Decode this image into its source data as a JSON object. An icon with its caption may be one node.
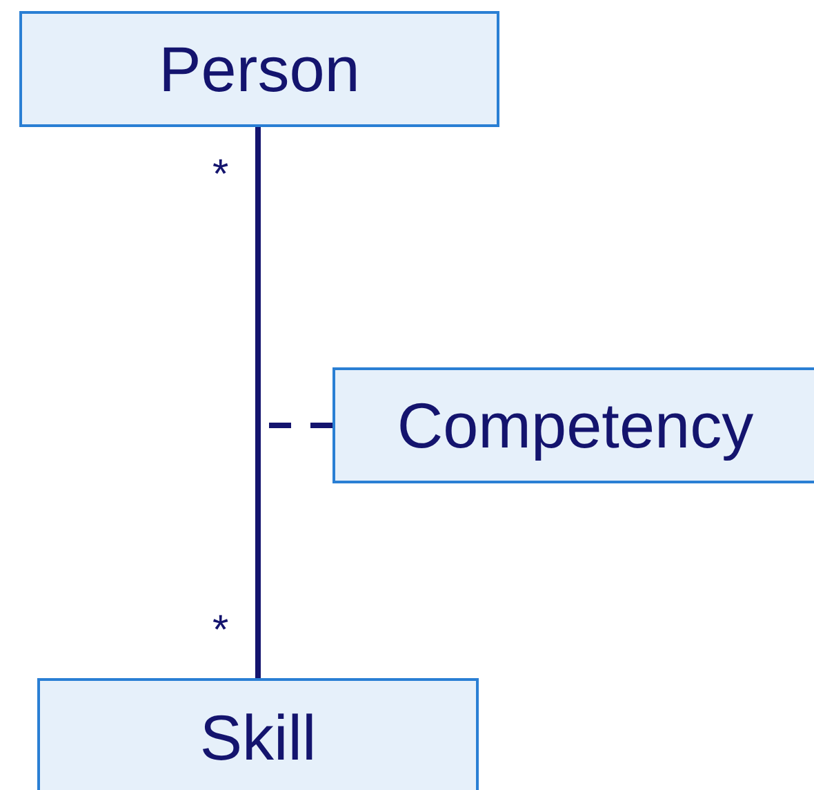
{
  "diagram": {
    "nodes": [
      {
        "text": [
          "Person"
        ]
      },
      {
        "text": [
          "Competency"
        ]
      },
      {
        "text": [
          "Skill"
        ]
      }
    ],
    "edges": [
      {
        "from": 0,
        "to": 2,
        "arrow": "none"
      },
      {
        "from": 1,
        "to": null,
        "arrow": "none",
        "style": "dashed"
      }
    ],
    "labels": [
      "*",
      "*"
    ]
  }
}
